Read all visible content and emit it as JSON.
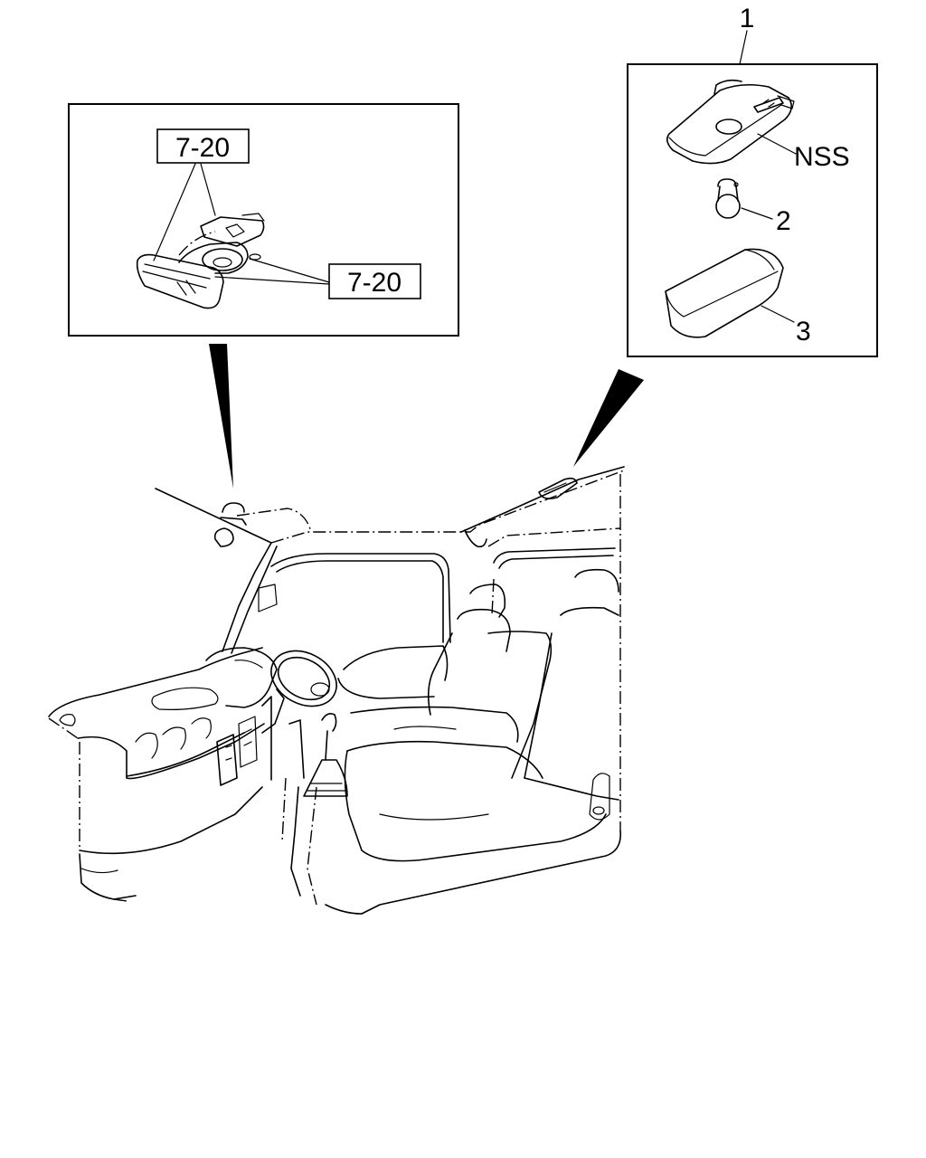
{
  "diagram": {
    "reference_labels": [
      "7-20",
      "7-20"
    ],
    "part_callouts": {
      "assembly": "1",
      "bulb": "2",
      "lens": "3",
      "housing_note": "NSS"
    }
  }
}
